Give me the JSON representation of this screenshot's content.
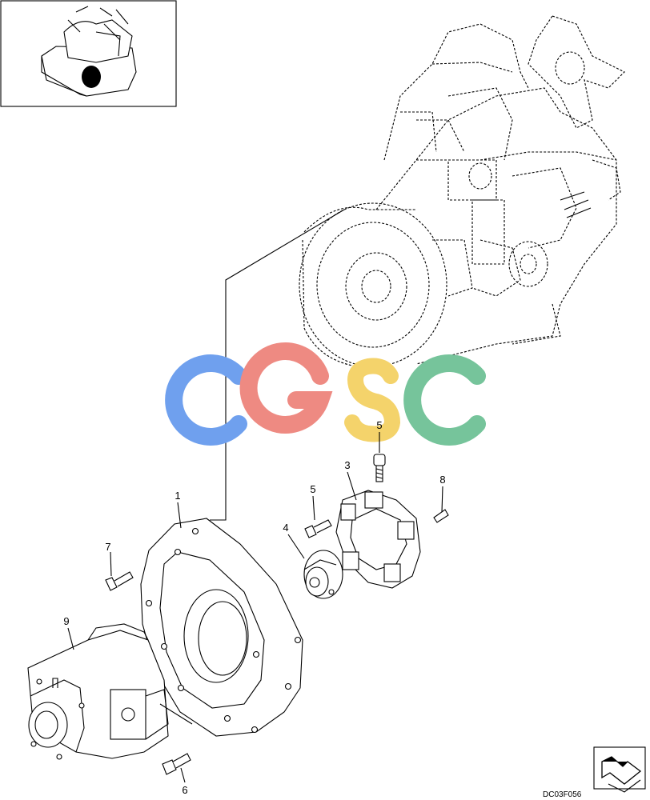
{
  "drawing_code": "DC03F056",
  "watermark": {
    "text": "CGSC",
    "colors": [
      "#6fa0ee",
      "#ee8a82",
      "#f4d36b",
      "#76c49b"
    ]
  },
  "callouts": [
    {
      "id": "1",
      "label": "1"
    },
    {
      "id": "3",
      "label": "3"
    },
    {
      "id": "4",
      "label": "4"
    },
    {
      "id": "5a",
      "label": "5"
    },
    {
      "id": "5b",
      "label": "5"
    },
    {
      "id": "6",
      "label": "6"
    },
    {
      "id": "7",
      "label": "7"
    },
    {
      "id": "8",
      "label": "8"
    },
    {
      "id": "9",
      "label": "9"
    }
  ],
  "icons": [
    "machine-location-thumbnail",
    "orientation-arrow-icon"
  ]
}
